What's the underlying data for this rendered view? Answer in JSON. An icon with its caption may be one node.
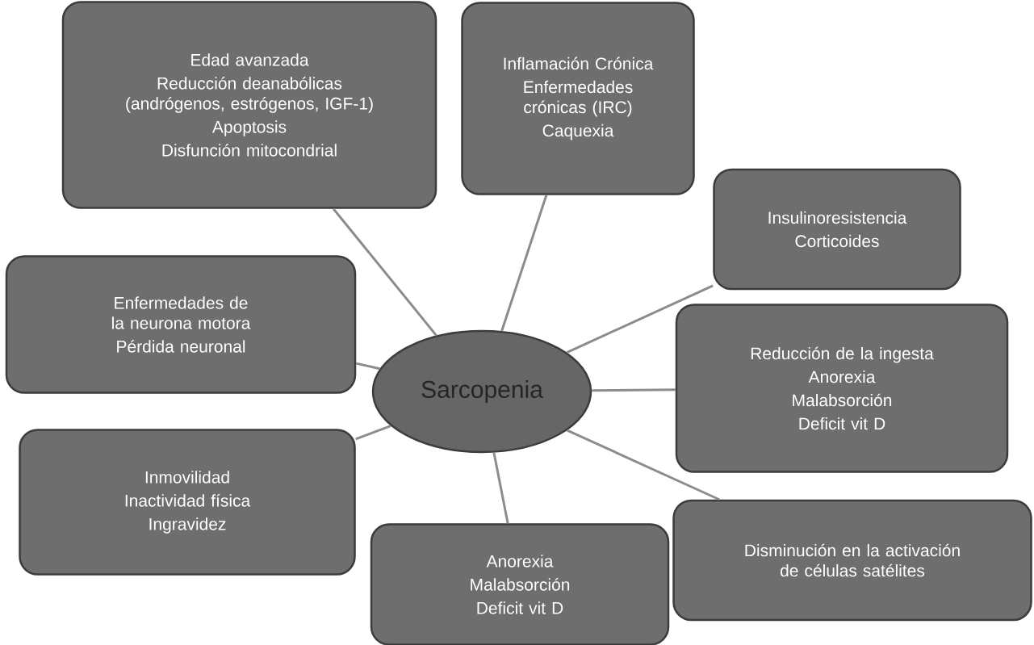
{
  "diagram": {
    "nodes": [
      {
        "text": [
          "Sarcopenia"
        ]
      },
      {
        "text": [
          "Edad avanzada",
          "Reducción deanabólicas (andrógenos, estrógenos, IGF-1)",
          "Apoptosis",
          "Disfunción mitocondrial"
        ]
      },
      {
        "text": [
          "Inflamación Crónica",
          "Enfermedades crónicas (IRC)",
          "Caquexia"
        ]
      },
      {
        "text": [
          "Insulinoresistencia",
          "Corticoides"
        ]
      },
      {
        "text": [
          "Enfermedades de la neurona motora",
          "Pérdida neuronal"
        ]
      },
      {
        "text": [
          "Reducción de la ingesta",
          "Anorexia",
          "Malabsorción",
          "Deficit vit D"
        ]
      },
      {
        "text": [
          "Inmovilidad",
          "Inactividad física",
          "Ingravidez"
        ]
      },
      {
        "text": [
          "Anorexia",
          "Malabsorción",
          "Deficit vit D"
        ]
      },
      {
        "text": [
          "Disminución en la activación de células satélites"
        ]
      }
    ],
    "edges": [
      {
        "from": 0,
        "to": 1,
        "arrow": "none"
      },
      {
        "from": 0,
        "to": 2,
        "arrow": "none"
      },
      {
        "from": 0,
        "to": 3,
        "arrow": "none"
      },
      {
        "from": 0,
        "to": 4,
        "arrow": "none"
      },
      {
        "from": 0,
        "to": 5,
        "arrow": "none"
      },
      {
        "from": 0,
        "to": 6,
        "arrow": "none"
      },
      {
        "from": 0,
        "to": 7,
        "arrow": "none"
      },
      {
        "from": 0,
        "to": 8,
        "arrow": "none"
      }
    ]
  }
}
